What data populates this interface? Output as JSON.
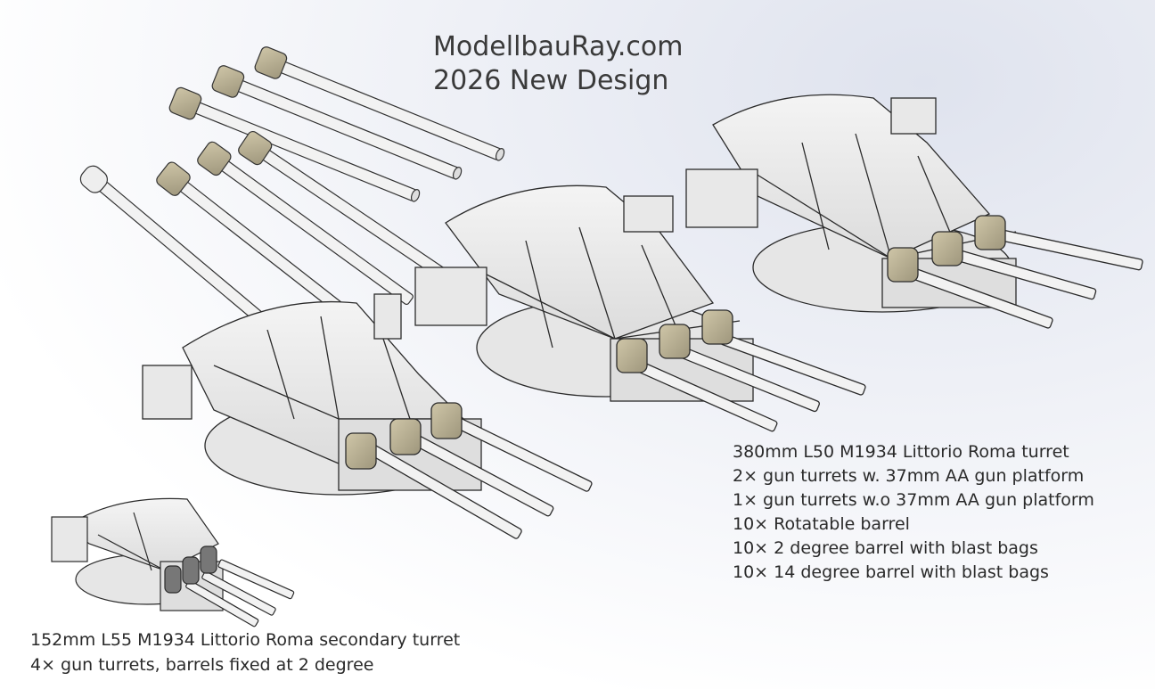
{
  "header": {
    "site": "ModellbauRay.com",
    "tagline": "2026 New Design"
  },
  "main_turret": {
    "title": "380mm L50 M1934 Littorio Roma turret",
    "lines": [
      "2× gun turrets w. 37mm AA gun platform",
      "1× gun turrets w.o 37mm AA gun platform",
      "10× Rotatable barrel",
      "10× 2 degree barrel with blast bags",
      "10× 14 degree barrel with blast bags"
    ]
  },
  "secondary_turret": {
    "title": "152mm L55 M1934 Littorio Roma secondary turret",
    "lines": [
      "4× gun turrets, barrels fixed at 2 degree"
    ]
  }
}
